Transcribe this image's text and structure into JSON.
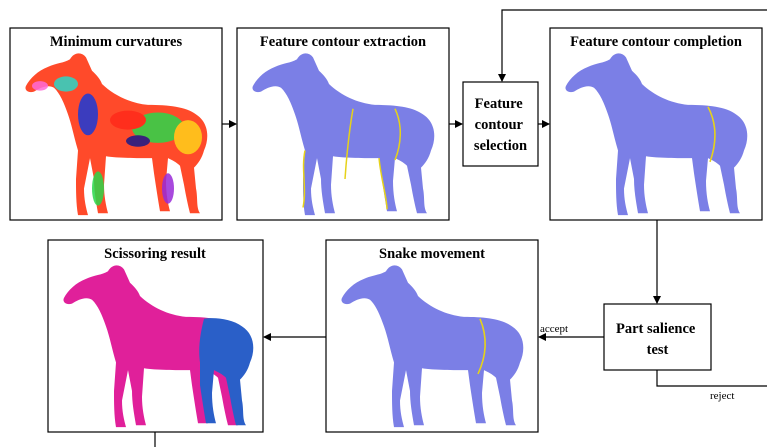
{
  "panels": {
    "min_curvatures": {
      "title": "Minimum curvatures"
    },
    "contour_extraction": {
      "title": "Feature contour extraction"
    },
    "contour_completion": {
      "title": "Feature contour completion"
    },
    "scissoring_result": {
      "title": "Scissoring result"
    },
    "snake_movement": {
      "title": "Snake movement"
    }
  },
  "nodes": {
    "feature_selection": {
      "lines": [
        "Feature",
        "contour",
        "selection"
      ]
    },
    "part_salience": {
      "lines": [
        "Part salience",
        "test"
      ]
    }
  },
  "edges": {
    "accept_label": "accept",
    "reject_label": "reject"
  },
  "colors": {
    "stroke": "#000000",
    "horse_blue": "#7b7fe6",
    "horse_magenta": "#e0209a",
    "horse_back_blue": "#2a5fc8",
    "contour_yellow": "#e6d21a"
  }
}
